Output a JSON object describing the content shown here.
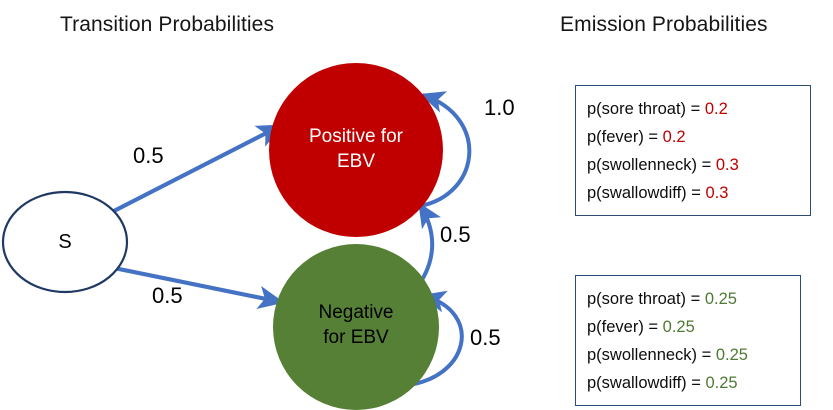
{
  "titles": {
    "transition": "Transition Probabilities",
    "emission": "Emission Probabilities"
  },
  "colors": {
    "positive_state": "#C00000",
    "negative_state": "#558036",
    "start_state_stroke": "#1F3864",
    "arrow": "#4472C4",
    "box_border": "#2E4D74",
    "positive_value_text": "#C00000",
    "negative_value_text": "#4F7A33"
  },
  "states": [
    {
      "id": "start",
      "label": "S"
    },
    {
      "id": "positive",
      "label": "Positive for\nEBV"
    },
    {
      "id": "negative",
      "label": "Negative\nfor EBV"
    }
  ],
  "transitions": [
    {
      "id": "s-to-positive",
      "from": "start",
      "to": "positive",
      "probability": "0.5"
    },
    {
      "id": "s-to-negative",
      "from": "start",
      "to": "negative",
      "probability": "0.5"
    },
    {
      "id": "positive-self-loop",
      "from": "positive",
      "to": "positive",
      "probability": "1.0"
    },
    {
      "id": "negative-to-positive",
      "from": "negative",
      "to": "positive",
      "probability": "0.5"
    },
    {
      "id": "negative-self-loop",
      "from": "negative",
      "to": "negative",
      "probability": "0.5"
    }
  ],
  "emissions": {
    "positive": {
      "rows": [
        {
          "symbol": "p(sore throat) =",
          "value": "0.2"
        },
        {
          "symbol": "p(fever)  =",
          "value": "0.2"
        },
        {
          "symbol": "p(swollenneck) =",
          "value": "0.3"
        },
        {
          "symbol": "p(swallowdiff) =",
          "value": "0.3"
        }
      ]
    },
    "negative": {
      "rows": [
        {
          "symbol": "p(sore throat) =",
          "value": "0.25"
        },
        {
          "symbol": "p(fever)  =",
          "value": "0.25"
        },
        {
          "symbol": "p(swollenneck) =",
          "value": "0.25"
        },
        {
          "symbol": "p(swallowdiff) =",
          "value": "0.25"
        }
      ]
    }
  }
}
